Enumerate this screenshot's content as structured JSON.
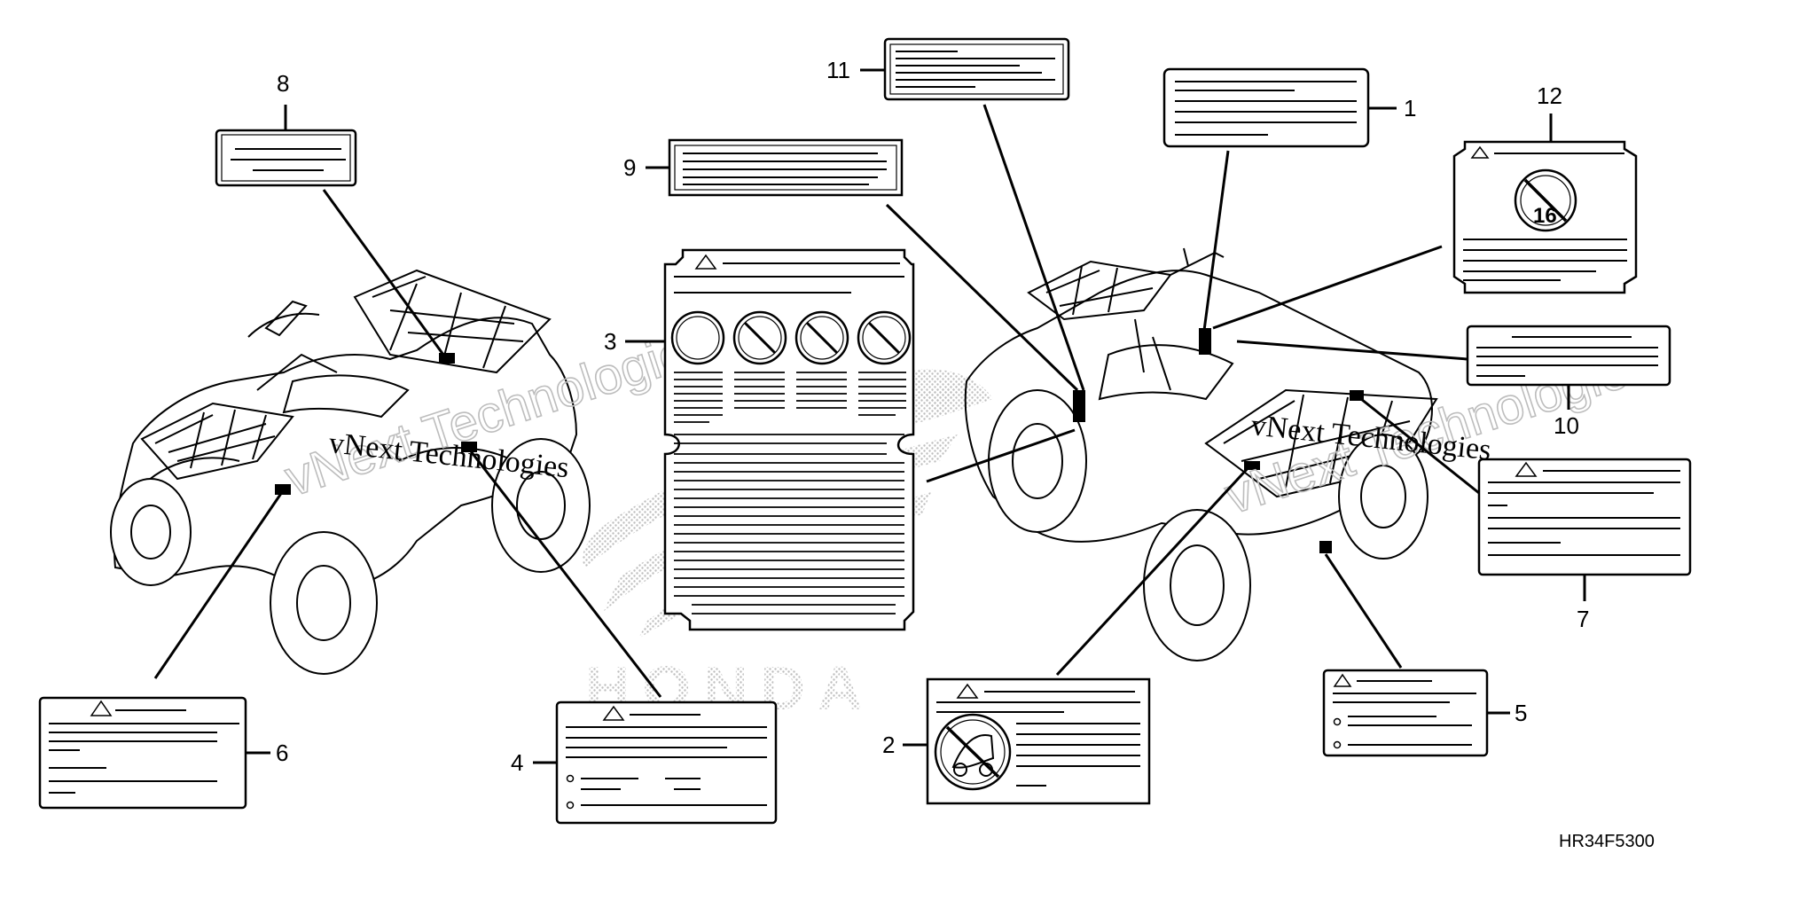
{
  "diagram_code": "HR34F5300",
  "brand_mark": "HONDA",
  "watermark": {
    "line1": "vNext Technologies",
    "line2": "vNext Technologies"
  },
  "callouts": {
    "c1": "1",
    "c2": "2",
    "c3": "3",
    "c4": "4",
    "c5": "5",
    "c6": "6",
    "c7": "7",
    "c8": "8",
    "c9": "9",
    "c10": "10",
    "c11": "11",
    "c12": "12"
  },
  "age_badge": "16"
}
